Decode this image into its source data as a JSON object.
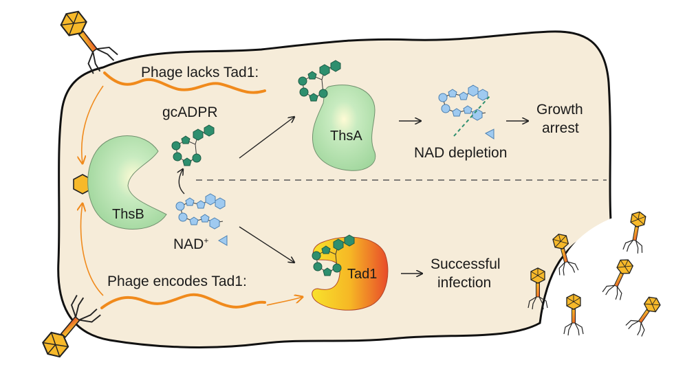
{
  "labels": {
    "phage_lacks": "Phage lacks Tad1:",
    "phage_encodes": "Phage encodes Tad1:",
    "gcadpr": "gcADPR",
    "thsb": "ThsB",
    "thsa": "ThsA",
    "nad_plus": "NAD",
    "nad_plus_sup": "+",
    "nad_depletion": "NAD depletion",
    "growth_line1": "Growth",
    "growth_line2": "arrest",
    "tad1": "Tad1",
    "success_line1": "Successful",
    "success_line2": "infection"
  },
  "colors": {
    "cell_fill": "#f6ecd9",
    "cell_outline": "#111111",
    "phage_orange": "#f08a1c",
    "thsb_green": "#a6d9a3",
    "gcadpr_green": "#2e8f6e",
    "nad_blue": "#9fcaf0",
    "tad1_yellow": "#f7dd2a",
    "tad1_red": "#e84b2a",
    "dash_line": "#555555"
  }
}
